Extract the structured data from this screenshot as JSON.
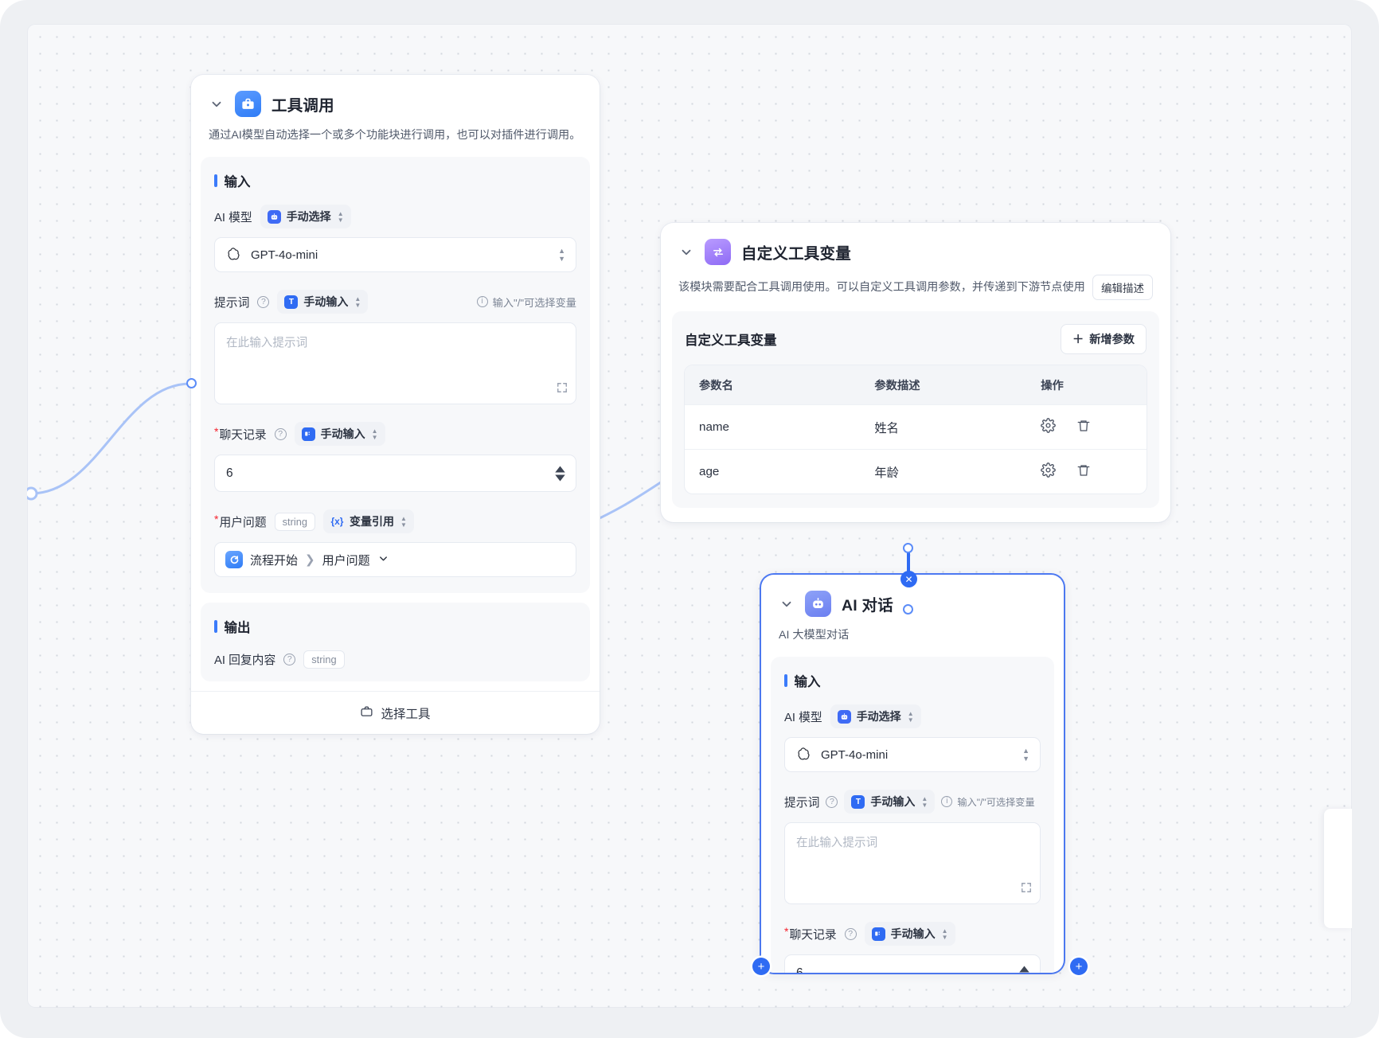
{
  "canvas": {
    "background": "#f7f8fa",
    "accent": "#3b7bfa"
  },
  "nodes": {
    "tool_call": {
      "title": "工具调用",
      "icon": "toolbox-icon",
      "description": "通过AI模型自动选择一个或多个功能块进行调用，也可以对插件进行调用。",
      "input_section": "输入",
      "output_section": "输出",
      "model_label": "AI 模型",
      "model_mode": "手动选择",
      "model_value": "GPT-4o-mini",
      "prompt_label": "提示词",
      "prompt_mode": "手动输入",
      "prompt_hint": "输入\"/\"可选择变量",
      "prompt_placeholder": "在此输入提示词",
      "chat_label": "聊天记录",
      "chat_mode": "手动输入",
      "chat_value": "6",
      "question_label": "用户问题",
      "question_type": "string",
      "question_mode": "变量引用",
      "question_ref_node": "流程开始",
      "question_ref_field": "用户问题",
      "output_field": "AI 回复内容",
      "output_type": "string",
      "footer_button": "选择工具"
    },
    "custom_tool_var": {
      "title": "自定义工具变量",
      "icon": "sliders-icon",
      "description": "该模块需要配合工具调用使用。可以自定义工具调用参数，并传递到下游节点使用",
      "edit_desc_button": "编辑描述",
      "table_title": "自定义工具变量",
      "add_button": "新增参数",
      "columns": [
        "参数名",
        "参数描述",
        "操作"
      ],
      "rows": [
        {
          "name": "name",
          "desc": "姓名"
        },
        {
          "name": "age",
          "desc": "年龄"
        }
      ],
      "row_actions": [
        "gear-icon",
        "trash-icon"
      ]
    },
    "ai_chat": {
      "title": "AI 对话",
      "icon": "robot-icon",
      "description": "AI 大模型对话",
      "input_section": "输入",
      "model_label": "AI 模型",
      "model_mode": "手动选择",
      "model_value": "GPT-4o-mini",
      "prompt_label": "提示词",
      "prompt_mode": "手动输入",
      "prompt_hint": "输入\"/\"可选择变量",
      "prompt_placeholder": "在此输入提示词",
      "chat_label": "聊天记录",
      "chat_mode": "手动输入",
      "chat_value": "6"
    }
  },
  "edge_markers": {
    "delete_symbol": "✕",
    "add_symbol": "+"
  }
}
